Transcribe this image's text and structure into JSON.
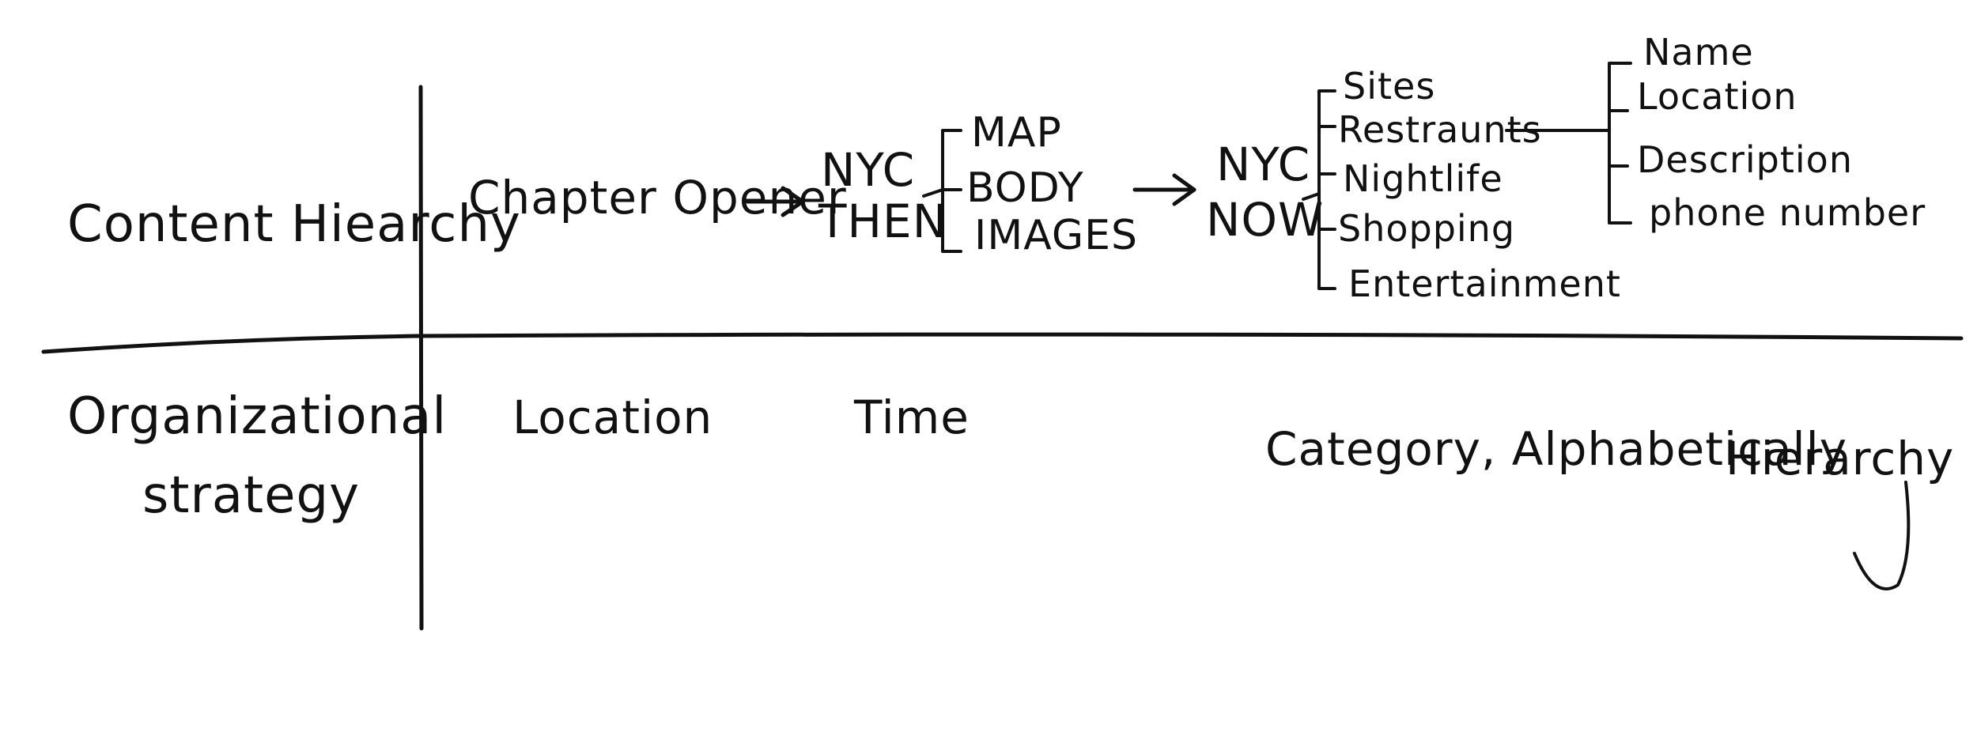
{
  "rows": {
    "content": "Content Hiearchy",
    "organizational": [
      "Organizational",
      "strategy"
    ]
  },
  "content": {
    "opener": "Chapter Opener",
    "then": {
      "label": [
        "NYC",
        "THEN"
      ],
      "items": [
        "MAP",
        "BODY",
        "IMAGES"
      ]
    },
    "now": {
      "label": [
        "NYC",
        "NOW"
      ],
      "items": [
        "Sites",
        "Restraunts",
        "Nightlife",
        "Shopping",
        "Entertainment"
      ]
    },
    "details": [
      "Name",
      "Location",
      "Description",
      "phone number"
    ]
  },
  "strategy": {
    "location": "Location",
    "time": "Time",
    "category": "Category, Alphabetically",
    "hierarchy": "Hierarchy"
  },
  "colors": {
    "ink": "#111111",
    "paper": "#ffffff"
  }
}
